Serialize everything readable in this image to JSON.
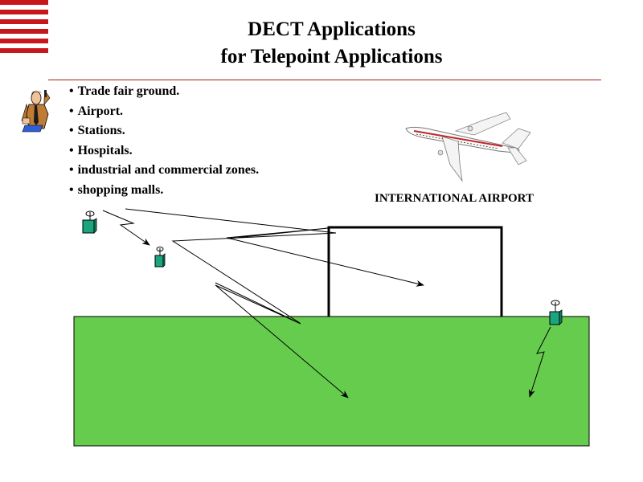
{
  "slide": {
    "title_line1": "DECT Applications",
    "title_line2": "for Telepoint Applications",
    "bullets": [
      "Trade fair ground.",
      "Airport.",
      "Stations.",
      "Hospitals.",
      "industrial and commercial zones.",
      "shopping malls."
    ]
  },
  "diagram": {
    "building_label": "INTERNATIONAL AIRPORT",
    "icons": [
      "person-with-phone-icon",
      "airplane-icon",
      "dect-handset-icon"
    ]
  },
  "colors": {
    "accent_stripes": "#c8161d",
    "rule": "#b31a1a",
    "ground": "#66cc4d",
    "handset": "#1aa57f"
  }
}
